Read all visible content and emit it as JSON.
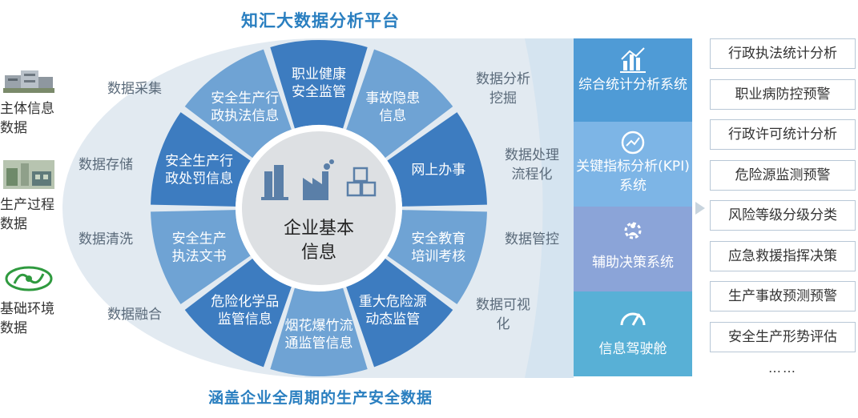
{
  "title": "知汇大数据分析平台",
  "subtitle": "涵盖企业全周期的生产安全数据",
  "sources": [
    {
      "label": "主体信息数据",
      "icon": "building-photo"
    },
    {
      "label": "生产过程数据",
      "icon": "factory-photo"
    },
    {
      "label": "基础环境数据",
      "icon": "environment-logo"
    }
  ],
  "processes": [
    "数据采集",
    "数据存储",
    "数据清洗",
    "数据融合",
    "数据分析挖掘",
    "数据处理流程化",
    "数据管控",
    "数据可视化"
  ],
  "center": {
    "label": "企业基本信息",
    "icons": [
      "building-icon",
      "factory-icon",
      "boxes-icon"
    ]
  },
  "segments": [
    "职业健康安全监管",
    "事故隐患信息",
    "网上办事",
    "安全教育培训考核",
    "重大危险源动态监管",
    "烟花爆竹流通监管信息",
    "危险化学品监管信息",
    "安全生产执法文书",
    "安全生产行政处罚信息",
    "安全生产行政执法信息"
  ],
  "systems": [
    {
      "label": "综合统计分析系统",
      "icon": "bar-chart-icon",
      "color": "#4f9bd6"
    },
    {
      "label": "关键指标分析(KPI)系统",
      "icon": "kpi-gauge-icon",
      "color": "#7db5e6"
    },
    {
      "label": "辅助决策系统",
      "icon": "decision-gear-icon",
      "color": "#8ba4d8"
    },
    {
      "label": "信息驾驶舱",
      "icon": "speedometer-icon",
      "color": "#58b0d6"
    }
  ],
  "analyses": [
    "行政执法统计分析",
    "职业病防控预警",
    "行政许可统计分析",
    "危险源监测预警",
    "风险等级分级分类",
    "应急救援指挥决策",
    "生产事故预测预警",
    "安全生产形势评估"
  ],
  "more": "……",
  "colors": {
    "accent": "#2a7fc0",
    "ring": "#dfe8f0",
    "dark_segment": "#3d7cc0",
    "light_segment": "#6fa3d4",
    "center": "#dde0e3"
  }
}
